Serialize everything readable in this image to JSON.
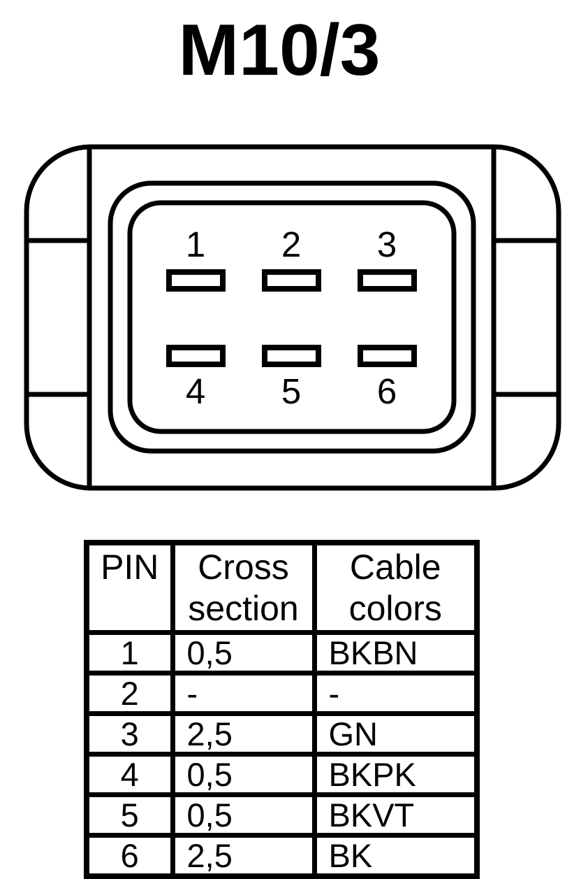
{
  "title": "M10/3",
  "connector": {
    "pin_labels": [
      "1",
      "2",
      "3",
      "4",
      "5",
      "6"
    ]
  },
  "table": {
    "headers": {
      "pin": "PIN",
      "cross_section": "Cross section",
      "cable_colors": "Cable colors"
    },
    "rows": [
      {
        "pin": "1",
        "cross_section": "0,5",
        "cable_colors": "BKBN"
      },
      {
        "pin": "2",
        "cross_section": "-",
        "cable_colors": "-"
      },
      {
        "pin": "3",
        "cross_section": "2,5",
        "cable_colors": "GN"
      },
      {
        "pin": "4",
        "cross_section": "0,5",
        "cable_colors": "BKPK"
      },
      {
        "pin": "5",
        "cross_section": "0,5",
        "cable_colors": "BKVT"
      },
      {
        "pin": "6",
        "cross_section": "2,5",
        "cable_colors": "BK"
      }
    ]
  },
  "colors": {
    "ink": "#000000",
    "background": "#ffffff"
  }
}
